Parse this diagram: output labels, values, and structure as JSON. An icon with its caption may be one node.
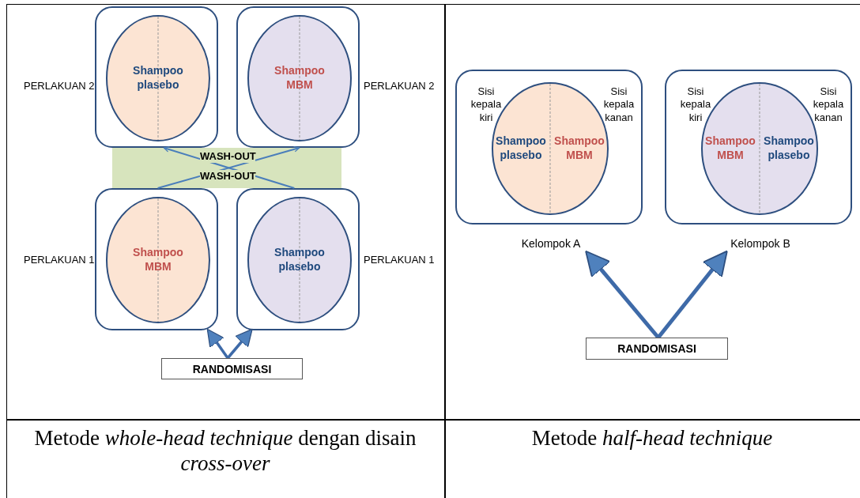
{
  "diagram": {
    "nodes": [
      {
        "text": [],
        "shape": "box",
        "beside": [
          "PERLAKUAN 2"
        ]
      },
      {
        "text": [
          "Shampoo plasebo"
        ],
        "in": 0
      },
      {
        "text": [],
        "shape": "box",
        "beside": [
          "PERLAKUAN 2"
        ]
      },
      {
        "text": [
          "Shampoo MBM"
        ],
        "in": 2
      },
      {
        "text": [],
        "shape": "box",
        "beside": [
          "PERLAKUAN 1"
        ]
      },
      {
        "text": [
          "Shampoo MBM"
        ],
        "in": 4
      },
      {
        "text": [],
        "shape": "box",
        "beside": [
          "PERLAKUAN 1"
        ]
      },
      {
        "text": [
          "Shampoo plasebo"
        ],
        "in": 6
      },
      {
        "text": [
          "RANDOMISASI"
        ]
      },
      {
        "text": [
          "Sisi kepala kiri",
          "Sisi kepala kanan"
        ]
      },
      {
        "text": [
          "Shampoo plasebo",
          "Shampoo MBM"
        ],
        "in": 9
      },
      {
        "text": [
          "Sisi kepala kiri",
          "Sisi kepala kanan"
        ]
      },
      {
        "text": [
          "Shampoo MBM",
          "Shampoo plasebo"
        ],
        "in": 11
      },
      {
        "text": [
          "Kelompok A"
        ]
      },
      {
        "text": [
          "Kelompok B"
        ]
      },
      {
        "text": [
          "RANDOMISASI"
        ]
      }
    ],
    "edges": [
      {
        "from": 8,
        "to": 4,
        "arrow": "to"
      },
      {
        "from": 8,
        "to": 6,
        "arrow": "to"
      },
      {
        "from": 4,
        "to": 2,
        "arrow": "to"
      },
      {
        "from": 6,
        "to": 0,
        "arrow": "to"
      },
      {
        "from": 15,
        "to": 13,
        "arrow": "to"
      },
      {
        "from": 15,
        "to": 14,
        "arrow": "to"
      }
    ],
    "labels": [
      "WASH-OUT",
      "WASH-OUT",
      "Metode *whole-head technique* dengan disain *cross-over*",
      "Metode *half-head technique*"
    ]
  }
}
